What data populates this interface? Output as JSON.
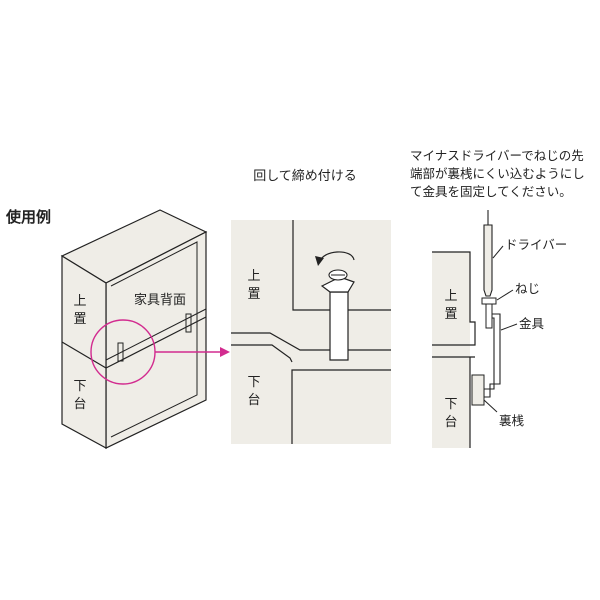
{
  "heading": "使用例",
  "overview": {
    "upper_label": "上置",
    "lower_label": "下台",
    "back_label": "家具背面"
  },
  "detail": {
    "caption": "回して締め付ける",
    "upper_label": "上置",
    "lower_label": "下台"
  },
  "instructions": {
    "text_lines": [
      "マイナスドライバーでねじの先",
      "端部が裏桟にくい込むようにし",
      "て金具を固定してください。"
    ],
    "upper_label": "上置",
    "lower_label": "下台",
    "callouts": {
      "driver": "ドライバー",
      "screw": "ねじ",
      "bracket": "金具",
      "rail": "裏桟"
    }
  },
  "colors": {
    "panel": "#efede7",
    "line": "#222222",
    "accent": "#d22b8f"
  }
}
